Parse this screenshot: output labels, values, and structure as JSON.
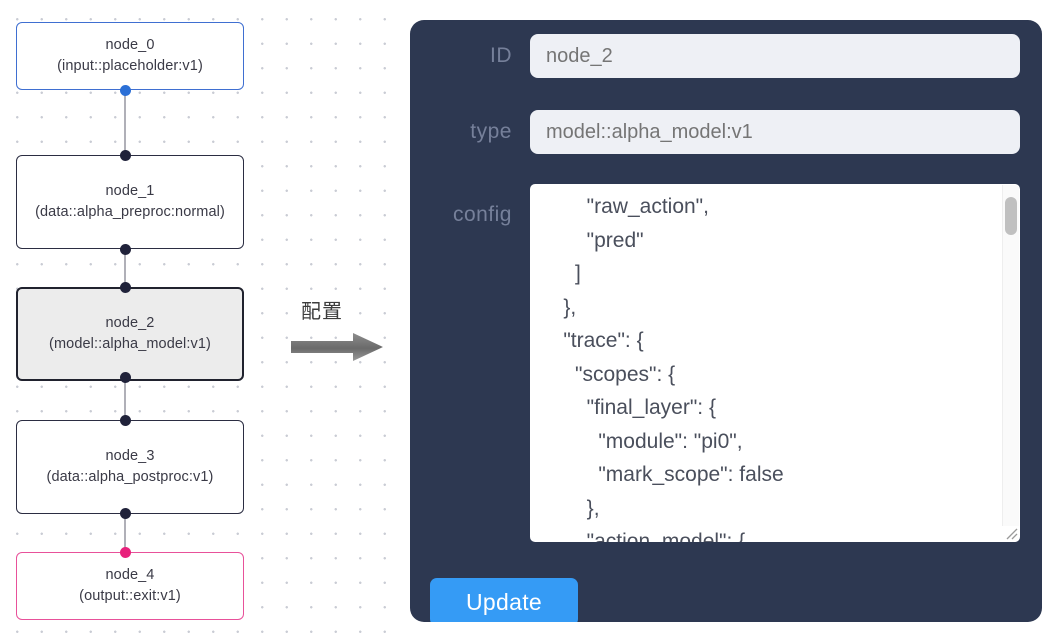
{
  "graph": {
    "nodes": [
      {
        "id": "node_0",
        "type": "(input::placeholder:v1)",
        "accent": "blue",
        "selected": false
      },
      {
        "id": "node_1",
        "type": "(data::alpha_preproc:normal)",
        "accent": "dark",
        "selected": false
      },
      {
        "id": "node_2",
        "type": "(model::alpha_model:v1)",
        "accent": "dark",
        "selected": true
      },
      {
        "id": "node_3",
        "type": "(data::alpha_postproc:v1)",
        "accent": "dark",
        "selected": false
      },
      {
        "id": "node_4",
        "type": "(output::exit:v1)",
        "accent": "pink",
        "selected": false
      }
    ],
    "colors": {
      "node_border_default": "#2b2d42",
      "node_border_blue": "#3f6fd1",
      "node_border_pink": "#e8519a",
      "node_selected_fill": "#ececec",
      "handle_default": "#20223a",
      "handle_blue": "#2b6fd6",
      "handle_pink": "#e8217c",
      "edge_line": "#b0b0b8",
      "grid_dot": "#c9ccd4"
    }
  },
  "transition": {
    "label": "配置",
    "arrow_color": "#6e6e6e"
  },
  "panel": {
    "background": "#2d3851",
    "label_color": "#76809a",
    "fields": [
      {
        "key": "id",
        "label": "ID",
        "value": "node_2"
      },
      {
        "key": "type",
        "label": "type",
        "value": "model::alpha_model:v1"
      },
      {
        "key": "config",
        "label": "config",
        "value": ""
      }
    ],
    "id": {
      "label": "ID",
      "value": "node_2",
      "placeholder": "node_2"
    },
    "type": {
      "label": "type",
      "value": "model::alpha_model:v1",
      "placeholder": "model::alpha_model:v1"
    },
    "config": {
      "label": "config",
      "value": "        \"raw_action\",\n        \"pred\"\n      ]\n    },\n    \"trace\": {\n      \"scopes\": {\n        \"final_layer\": {\n          \"module\": \"pi0\",\n          \"mark_scope\": false\n        },\n        \"action_model\": {",
      "lines": [
        "        \"raw_action\",",
        "        \"pred\"",
        "      ]",
        "    },",
        "    \"trace\": {",
        "      \"scopes\": {",
        "        \"final_layer\": {",
        "          \"module\": \"pi0\",",
        "          \"mark_scope\": false",
        "        },",
        "        \"action_model\": {"
      ],
      "scroll_position": "near-top",
      "scrollbar_visible": true,
      "resizable": true
    },
    "update_button": {
      "label": "Update",
      "color": "#359bf5",
      "text_color": "#ffffff"
    }
  }
}
